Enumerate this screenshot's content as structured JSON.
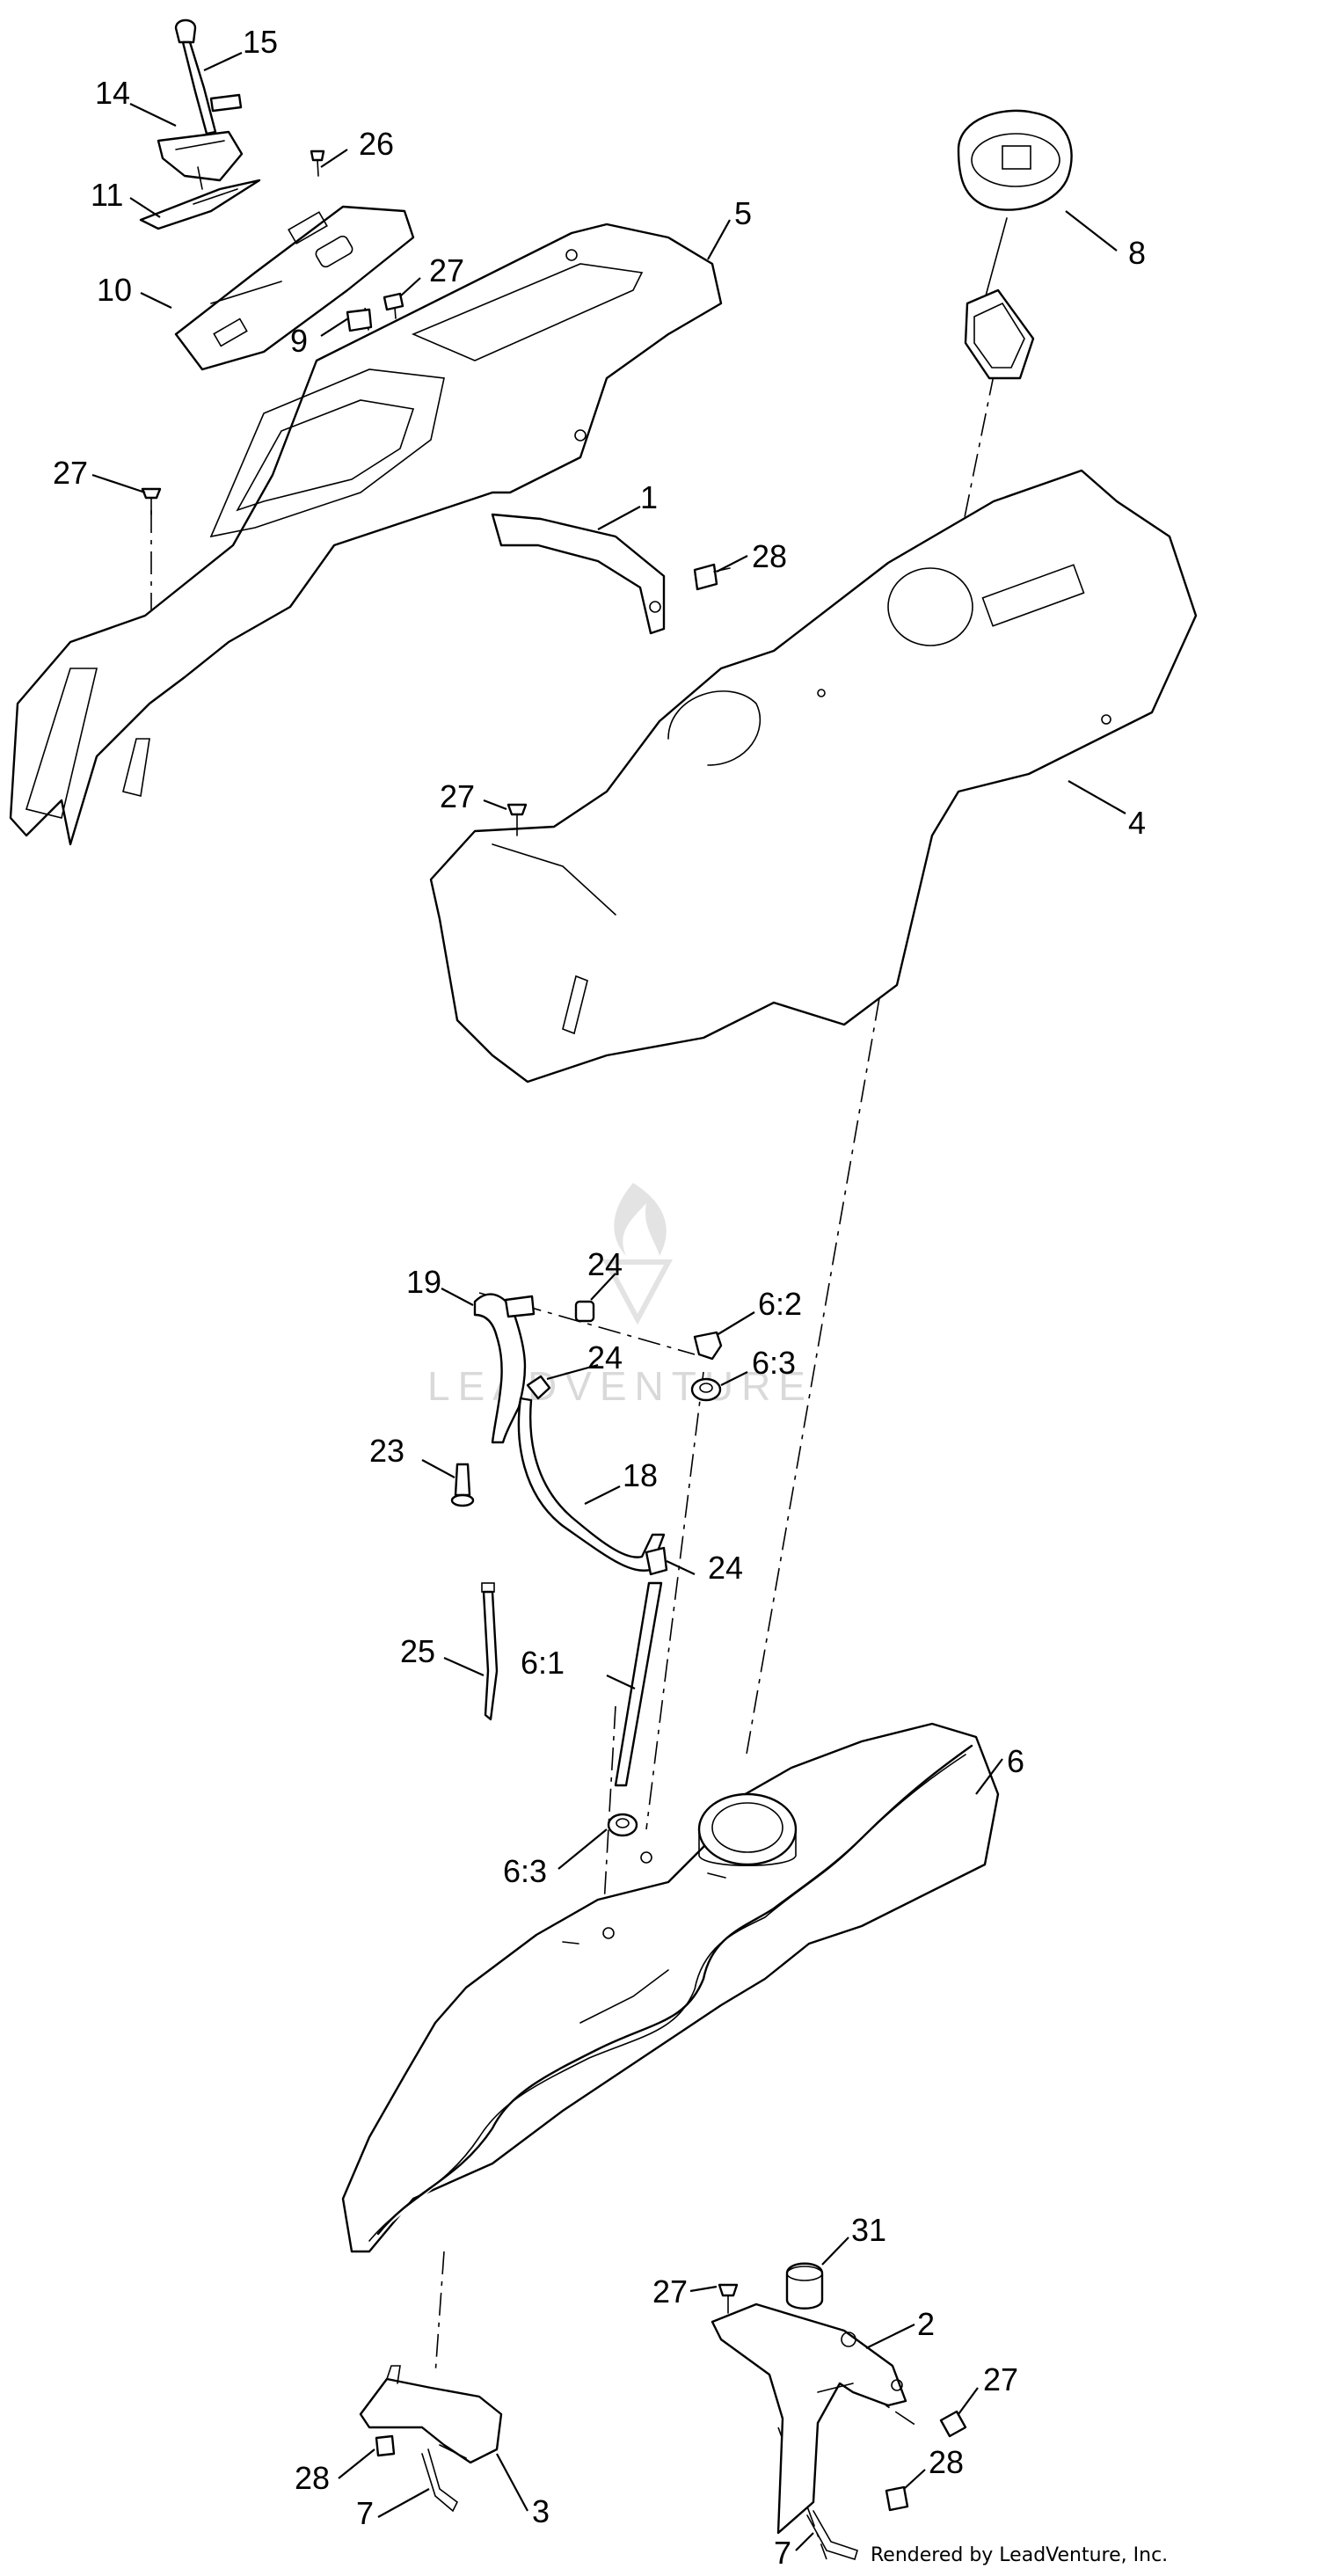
{
  "callouts": {
    "c15": "15",
    "c14": "14",
    "c26": "26",
    "c11": "11",
    "c5": "5",
    "c8": "8",
    "c27a": "27",
    "c10": "10",
    "c9": "9",
    "c27b": "27",
    "c1": "1",
    "c28a": "28",
    "c4": "4",
    "c27c": "27",
    "c24a": "24",
    "c19": "19",
    "c6_2": "6:2",
    "c24b": "24",
    "c6_3a": "6:3",
    "c23": "23",
    "c18": "18",
    "c24c": "24",
    "c25": "25",
    "c6_1": "6:1",
    "c6": "6",
    "c6_3b": "6:3",
    "c31": "31",
    "c27d": "27",
    "c2": "2",
    "c27e": "27",
    "c28b": "28",
    "c3": "3",
    "c28c": "28",
    "c7a": "7",
    "c7b": "7"
  },
  "watermark": {
    "text": "LEADVENTURE"
  },
  "credit": "Rendered by LeadVenture, Inc.",
  "colors": {
    "line": "#000000",
    "paper": "#ffffff",
    "watermark": "#d9d9d9"
  }
}
